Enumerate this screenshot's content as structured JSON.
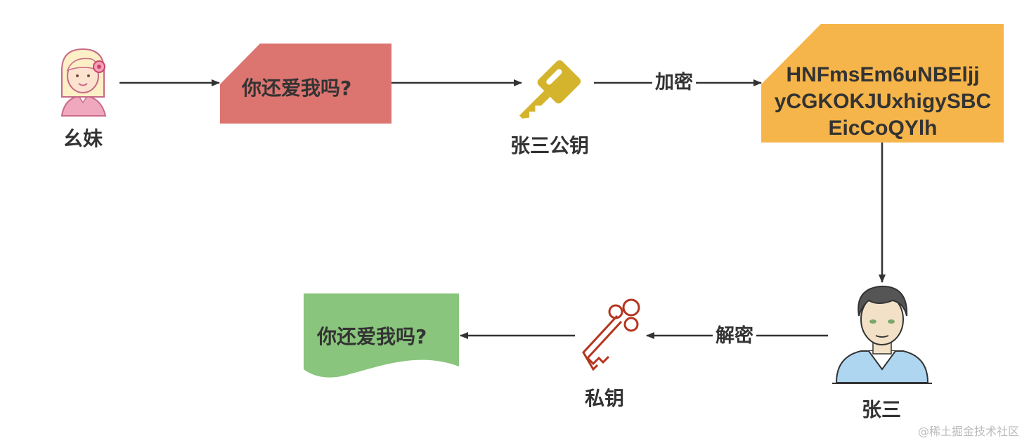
{
  "nodes": {
    "girl": {
      "label": "幺妹"
    },
    "message_sent": {
      "text": "你还爱我吗?",
      "color": "#DC7470"
    },
    "public_key": {
      "label": "张三公钥",
      "color": "#D4B42C"
    },
    "ciphertext": {
      "lines": [
        "HNFmsEm6uNBEljj",
        "yCGKOKJUxhigySBC",
        "EicCoQYlh"
      ],
      "color": "#F6B54A"
    },
    "zhangsan": {
      "label": "张三"
    },
    "private_key": {
      "label": "私钥",
      "color": "#B5351F"
    },
    "message_received": {
      "text": "你还爱我吗?",
      "color": "#89C57C"
    }
  },
  "edges": {
    "encrypt": {
      "label": "加密"
    },
    "decrypt": {
      "label": "解密"
    }
  },
  "watermark": "@稀土掘金技术社区"
}
